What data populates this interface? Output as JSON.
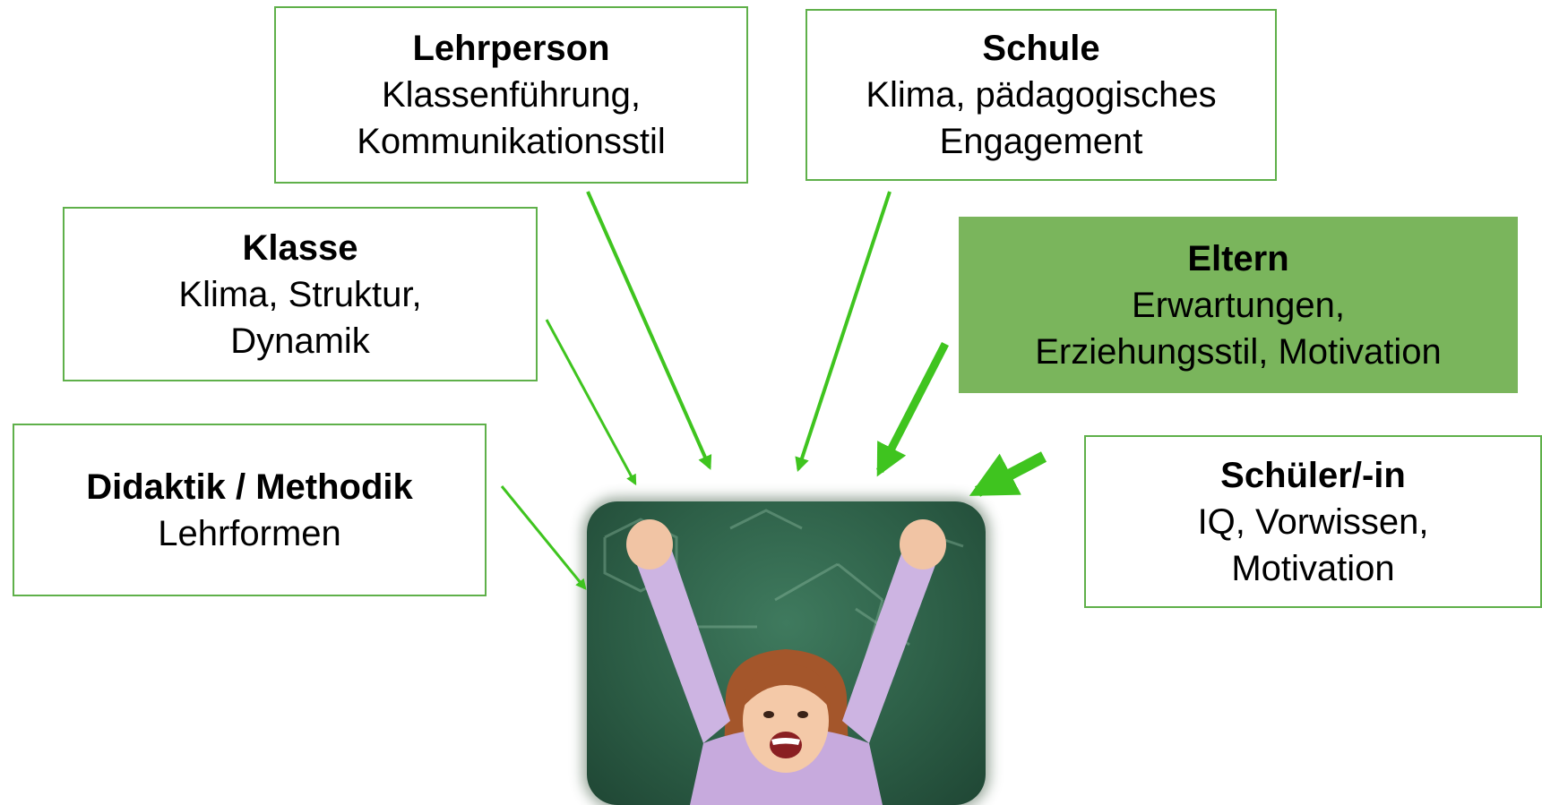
{
  "boxes": {
    "lehrperson": {
      "title": "Lehrperson",
      "desc": "Klassenführung,\nKommunikationsstil"
    },
    "schule": {
      "title": "Schule",
      "desc": "Klima, pädagogisches\nEngagement"
    },
    "klasse": {
      "title": "Klasse",
      "desc": "Klima, Struktur,\nDynamik"
    },
    "eltern": {
      "title": "Eltern",
      "desc": "Erwartungen,\nErziehungsstil, Motivation"
    },
    "didaktik": {
      "title": "Didaktik / Methodik",
      "desc": "Lehrformen"
    },
    "schueler": {
      "title": "Schüler/-in",
      "desc": "IQ, Vorwissen,\nMotivation"
    }
  },
  "colors": {
    "accent": "#3fc41f",
    "box_border": "#5fb04a",
    "box_filled": "#7ab55c",
    "chalkboard": "#2d5f47"
  },
  "image": {
    "subject": "cheering-girl-photo"
  }
}
